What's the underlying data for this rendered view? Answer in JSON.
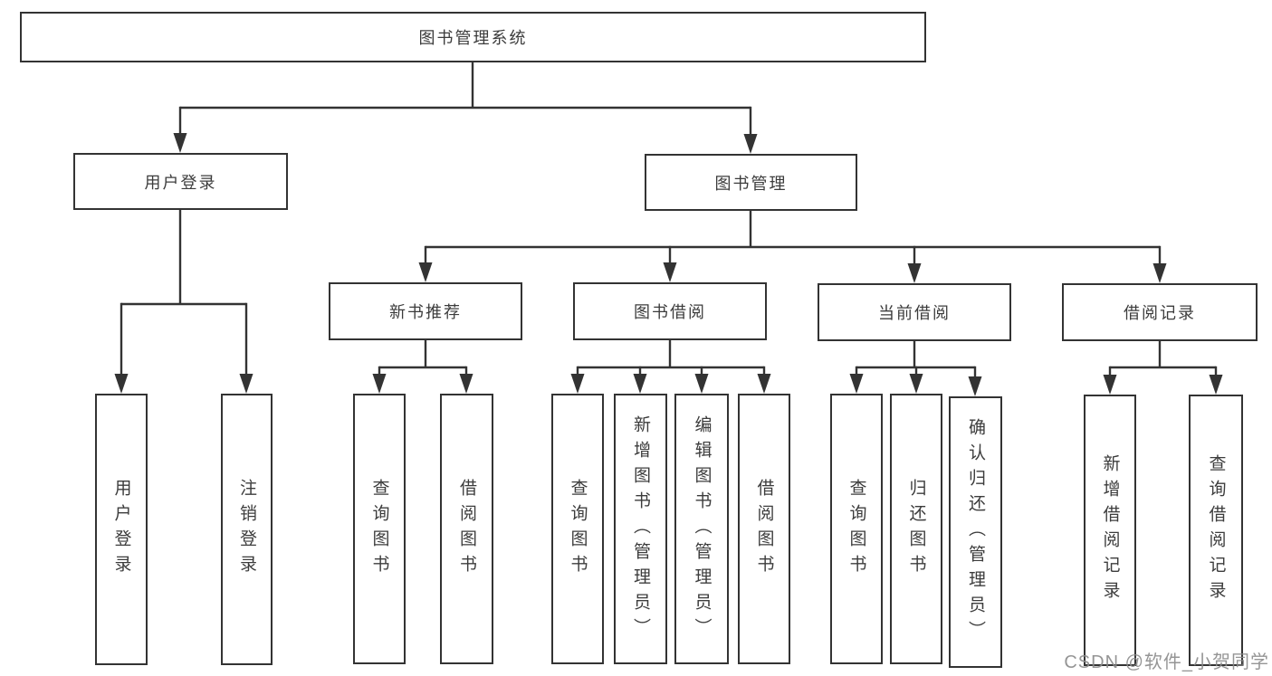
{
  "diagram": {
    "tree": {
      "root": {
        "label": "图书管理系统"
      },
      "children": [
        {
          "id": "user-login",
          "label": "用户登录",
          "children": [
            {
              "label": "用户登录"
            },
            {
              "label": "注销登录"
            }
          ]
        },
        {
          "id": "book-management",
          "label": "图书管理",
          "children": [
            {
              "id": "new-book-recommend",
              "label": "新书推荐",
              "children": [
                {
                  "label": "查询图书"
                },
                {
                  "label": "借阅图书"
                }
              ]
            },
            {
              "id": "book-borrowing",
              "label": "图书借阅",
              "children": [
                {
                  "label": "查询图书"
                },
                {
                  "label": "新增图书（管理员）"
                },
                {
                  "label": "编辑图书（管理员）"
                },
                {
                  "label": "借阅图书"
                }
              ]
            },
            {
              "id": "current-borrowing",
              "label": "当前借阅",
              "children": [
                {
                  "label": "查询图书"
                },
                {
                  "label": "归还图书"
                },
                {
                  "label": "确认归还（管理员）"
                }
              ]
            },
            {
              "id": "borrowing-records",
              "label": "借阅记录",
              "children": [
                {
                  "label": "新增借阅记录"
                },
                {
                  "label": "查询借阅记录"
                }
              ]
            }
          ]
        }
      ]
    }
  },
  "colors": {
    "line": "#333333",
    "text": "#3c3c3c",
    "background": "#ffffff",
    "watermark": "#8a8a8a"
  },
  "watermark": {
    "text": "CSDN @软件_小贺同学"
  }
}
